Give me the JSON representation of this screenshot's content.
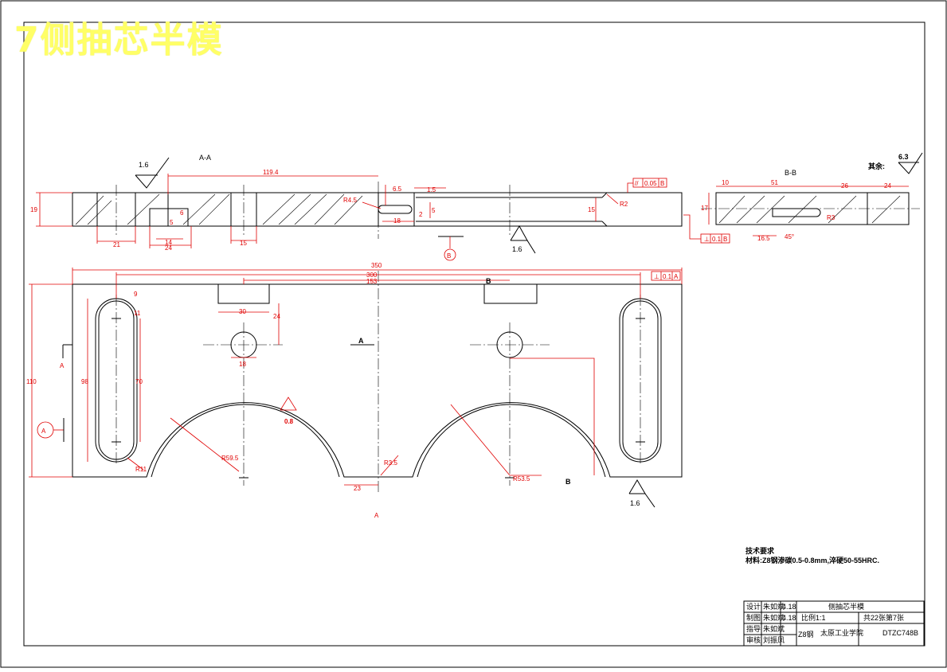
{
  "overlay_title": "7侧抽芯半模",
  "section_aa_label": "A-A",
  "section_bb_label": "B-B",
  "remaining_roughness_label": "其余:",
  "remaining_roughness_value": "6.3",
  "roughness": {
    "r1": "1.6",
    "r2": "1.6",
    "r3": "1.6",
    "r4": "0.8"
  },
  "datum": {
    "b_circle": "B",
    "a_circle": "A"
  },
  "section_markers": {
    "a_top": "A",
    "a_left": "A",
    "a_bottom": "A",
    "b_top": "B",
    "b_bottom": "B"
  },
  "tolerances": {
    "parallel": {
      "symbol": "//",
      "value": "0.05",
      "datum": "B"
    },
    "perp1": {
      "value": "0.1",
      "datum": "B"
    },
    "perp2": {
      "value": "0.1",
      "datum": "A"
    }
  },
  "dims_aa": {
    "len_119": "119.4",
    "h19": "19",
    "r4": "R4.5",
    "d65": "6.5",
    "d15a": "1.5",
    "d5": "5",
    "d18": "18",
    "d15": "15",
    "r2": "R2",
    "d21": "21",
    "d14": "14",
    "d24": "24",
    "d15b": "15",
    "d5b": "5",
    "d6": "6",
    "d2": "2"
  },
  "dims_bb": {
    "d10": "10",
    "d51": "51",
    "d26": "26",
    "d24": "24",
    "d17": "17",
    "d165": "16.5",
    "r3": "R3",
    "ang": "45°"
  },
  "dims_main": {
    "d350": "350",
    "d300": "300",
    "d153": "153",
    "d110": "110",
    "d98": "98",
    "d70": "70",
    "d9": "9",
    "d11": "11",
    "d30": "30",
    "d24": "24",
    "d18": "18",
    "r11": "R11",
    "r595": "R59.5",
    "r35": "R3.5",
    "r535": "R53.5",
    "d23": "23"
  },
  "tech_requirements": {
    "title": "技术要求",
    "line": "材料:Z8钢渗碳0.5-0.8mm,淬硬50-55HRC."
  },
  "title_block": {
    "r1c1": "设计",
    "r1c2": "朱如斌",
    "r1c3": "4.18",
    "r1c4": "侧抽芯半模",
    "r2c1": "制图",
    "r2c2": "朱如斌",
    "r2c3": "4.18",
    "r2c4": "比例1:1",
    "r2c5": "共22张第7张",
    "r3c1": "指导",
    "r3c2": "朱如斌",
    "r4c1": "审核",
    "r4c2": "刘振凤",
    "material": "Z8钢",
    "school": "太原工业学院",
    "drawing_no": "DTZC748B"
  }
}
